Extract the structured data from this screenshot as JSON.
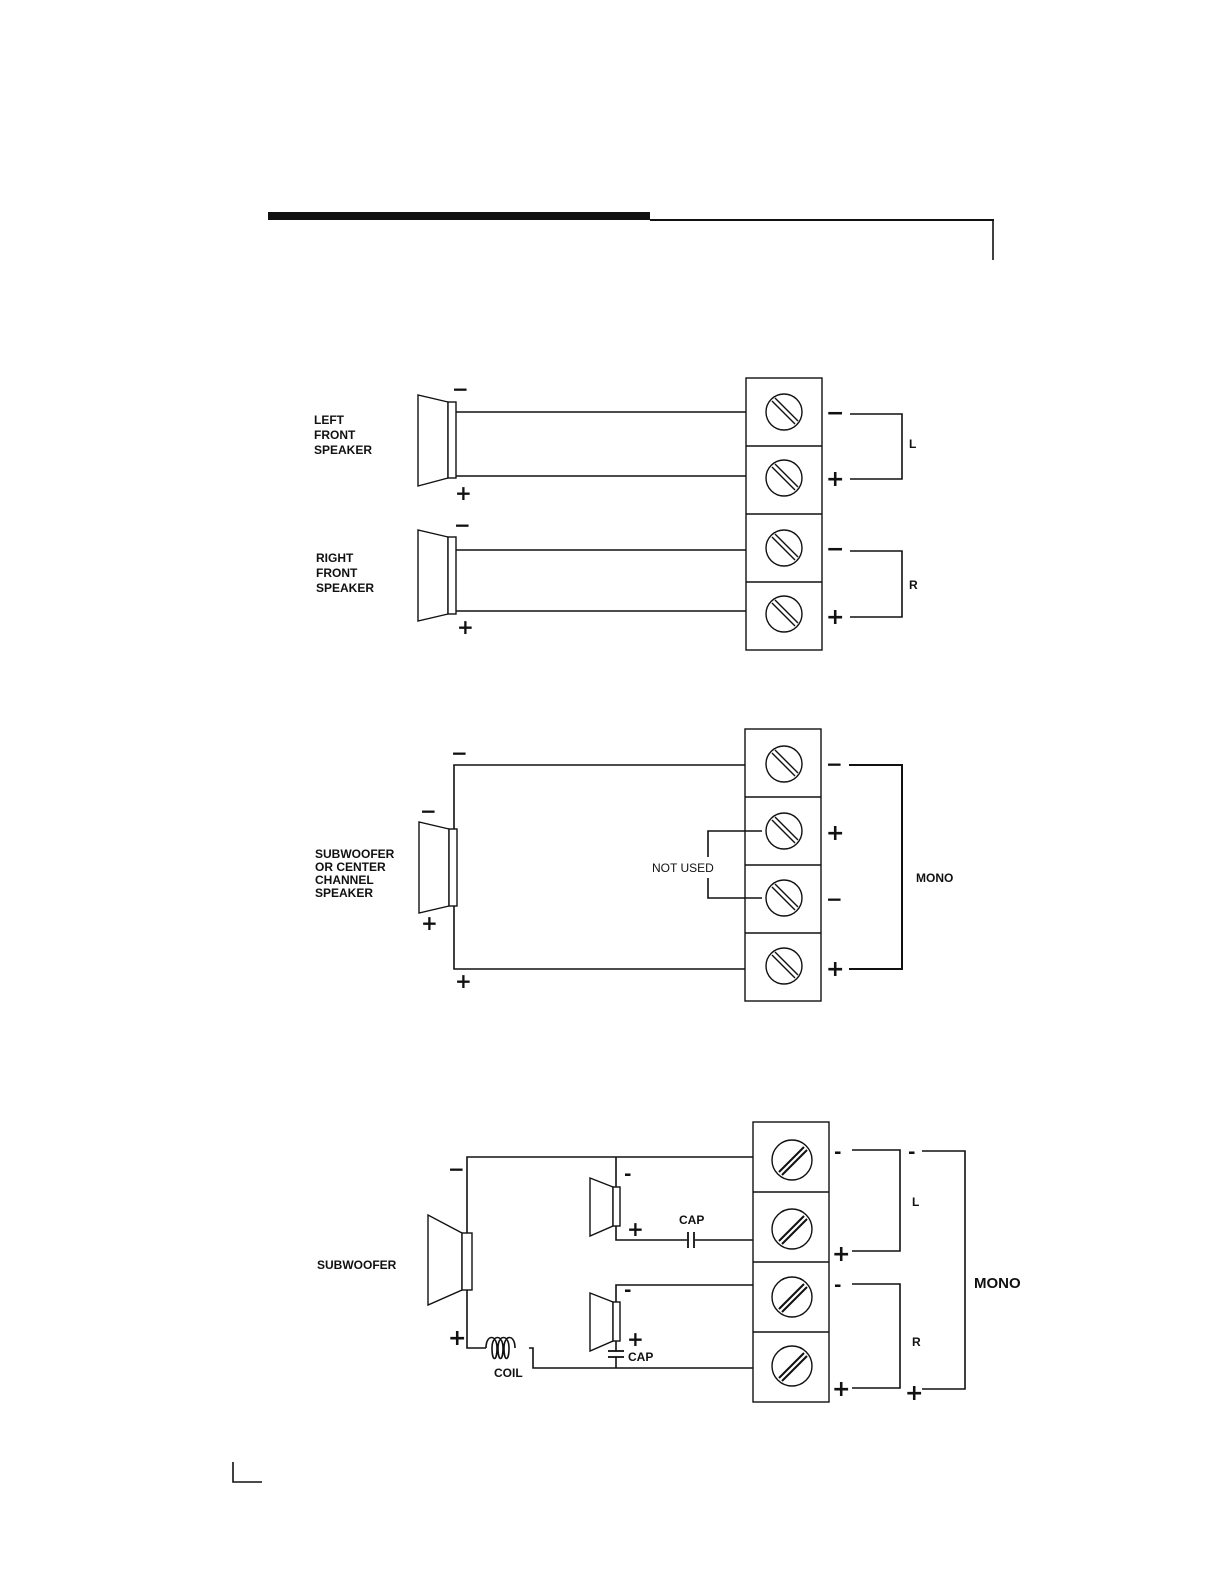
{
  "diagram1": {
    "left_speaker_label": [
      "LEFT",
      "FRONT",
      "SPEAKER"
    ],
    "right_speaker_label": [
      "RIGHT",
      "FRONT",
      "SPEAKER"
    ],
    "channel_left": "L",
    "channel_right": "R"
  },
  "diagram2": {
    "speaker_label": [
      "SUBWOOFER",
      "OR CENTER",
      "CHANNEL",
      "SPEAKER"
    ],
    "not_used_label": "NOT USED",
    "mono_label": "MONO"
  },
  "diagram3": {
    "subwoofer_label": "SUBWOOFER",
    "coil_label": "COIL",
    "cap_label_top": "CAP",
    "cap_label_bottom": "CAP",
    "channel_left": "L",
    "channel_right": "R",
    "mono_label": "MONO"
  },
  "signs": {
    "minus": "−",
    "plus": "+",
    "dash": "-"
  }
}
